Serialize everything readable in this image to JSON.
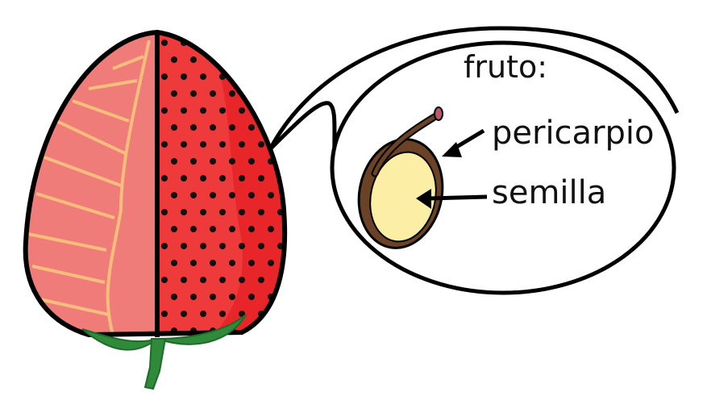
{
  "labels": {
    "title": "fruto:",
    "pericarp": "pericarpio",
    "seed": "semilla"
  },
  "colors": {
    "flesh": "#f07c7a",
    "skin": "#ee3a3a",
    "skin_dark": "#e8262a",
    "vein": "#f7bd7d",
    "leaf": "#2f8a3a",
    "pericarp": "#6b4226",
    "seed": "#fdeea6",
    "stigma": "#b85a6a"
  }
}
